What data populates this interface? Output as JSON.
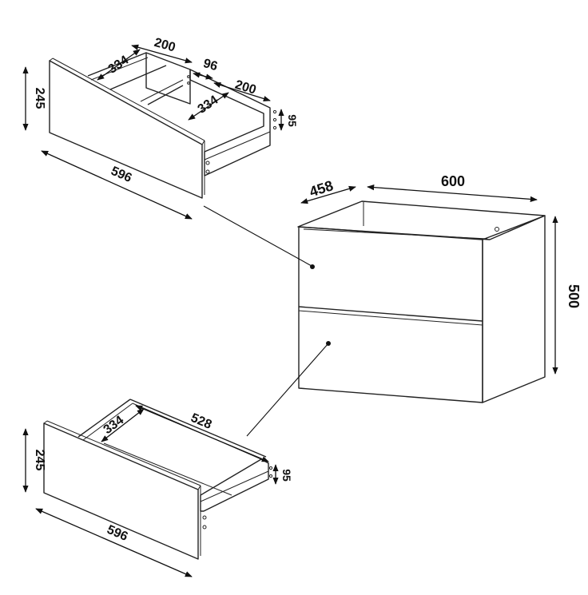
{
  "cabinet": {
    "width_label": "600",
    "depth_label": "458",
    "height_label": "500"
  },
  "upper_drawer": {
    "height_label": "245",
    "front_width_label": "596",
    "compartment_left_width_label": "200",
    "compartment_left_depth_label": "334",
    "divider_gap_label": "96",
    "compartment_right_width_label": "200",
    "compartment_right_depth_label": "334",
    "side_height_label": "95"
  },
  "lower_drawer": {
    "height_label": "245",
    "front_width_label": "596",
    "inner_depth_label": "334",
    "inner_width_label": "528",
    "side_height_label": "95"
  }
}
